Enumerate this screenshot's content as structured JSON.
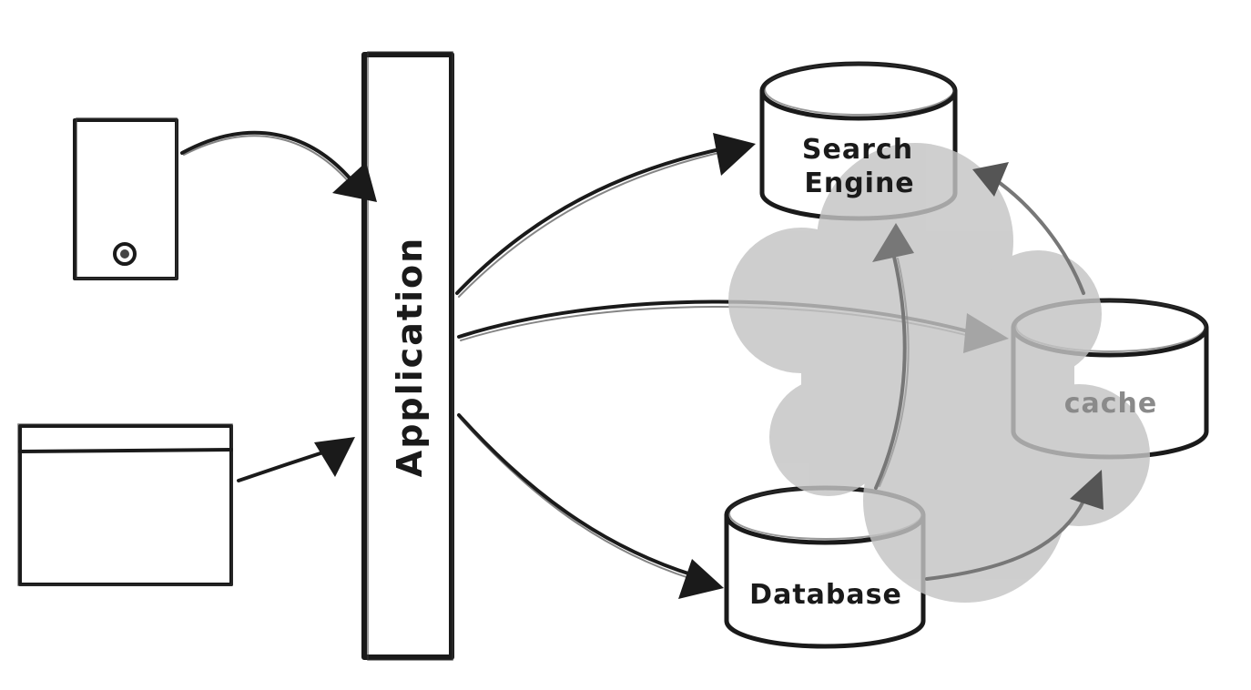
{
  "diagram": {
    "application_label": "Application",
    "search_engine_label_line1": "Search",
    "search_engine_label_line2": "Engine",
    "cache_label": "cache",
    "database_label": "Database"
  },
  "colors": {
    "ink": "#1a1a1a",
    "cloud_fill": "#c8c8c8",
    "cache_text": "#8a8a8a",
    "background": "#ffffff"
  }
}
